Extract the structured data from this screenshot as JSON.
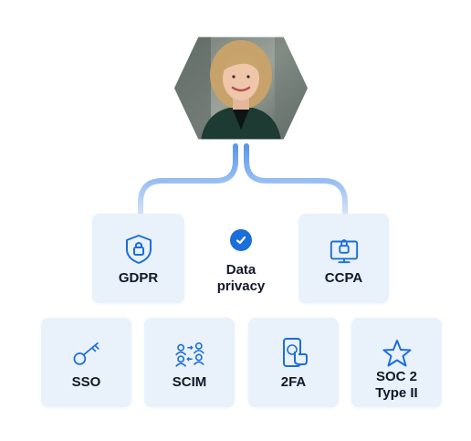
{
  "person": {
    "alt_icon": "profile-photo"
  },
  "center": {
    "line1": "Data",
    "line2": "privacy",
    "icon": "check-circle-icon"
  },
  "cards": {
    "gdpr": {
      "label": "GDPR",
      "icon": "shield-lock-icon"
    },
    "ccpa": {
      "label": "CCPA",
      "icon": "monitor-lock-icon"
    },
    "sso": {
      "label": "SSO",
      "icon": "key-icon"
    },
    "scim": {
      "label": "SCIM",
      "icon": "users-sync-icon"
    },
    "twofa": {
      "label": "2FA",
      "icon": "phone-touch-icon"
    },
    "soc2": {
      "line1": "SOC 2",
      "line2": "Type II",
      "icon": "star-icon"
    }
  },
  "colors": {
    "accent": "#1c6ed8",
    "card_bg": "#e9f1fb",
    "connector": "#a9c8f2",
    "text": "#111827"
  }
}
